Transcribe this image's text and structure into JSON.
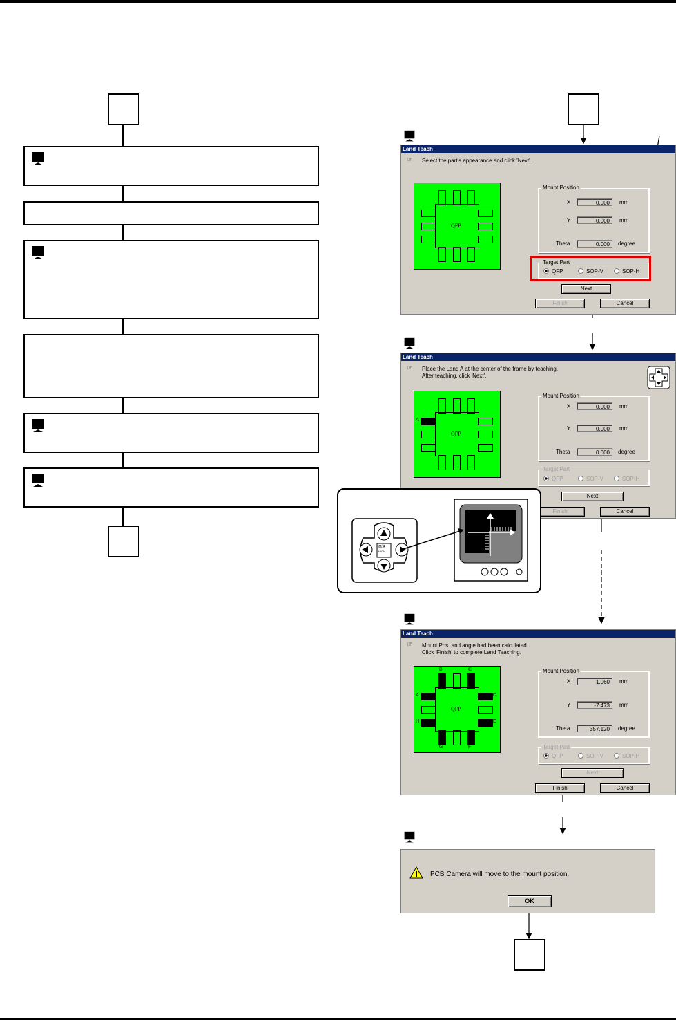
{
  "dialog_title": "Land Teach",
  "panel1": {
    "message": "Select the part's appearance and click 'Next'.",
    "mount_position_label": "Mount Position",
    "x_label": "X",
    "x_value": "0.000",
    "y_label": "Y",
    "y_value": "0.000",
    "theta_label": "Theta",
    "theta_value": "0.000",
    "unit_mm": "mm",
    "unit_degree": "degree",
    "target_part_label": "Target Part",
    "radio_qfp": "QFP",
    "radio_sopv": "SOP-V",
    "radio_soph": "SOP-H",
    "next": "Next",
    "finish": "Finish",
    "cancel": "Cancel",
    "package_label": "QFP"
  },
  "panel2": {
    "message": "Place the Land A at the center of the frame by teaching.\nAfter teaching, click 'Next'.",
    "mount_position_label": "Mount Position",
    "x_label": "X",
    "x_value": "0.000",
    "y_label": "Y",
    "y_value": "0.000",
    "theta_label": "Theta",
    "theta_value": "0.000",
    "unit_mm": "mm",
    "unit_degree": "degree",
    "target_part_label": "Target Part",
    "radio_qfp": "QFP",
    "radio_sopv": "SOP-V",
    "radio_soph": "SOP-H",
    "next": "Next",
    "finish": "Finish",
    "cancel": "Cancel",
    "package_label": "QFP",
    "land_a": "A"
  },
  "panel3": {
    "message": "Mount Pos. and angle had been calculated.\nClick 'Finish' to complete Land Teaching.",
    "mount_position_label": "Mount Position",
    "x_label": "X",
    "x_value": "1.060",
    "y_label": "Y",
    "y_value": "-7.473",
    "theta_label": "Theta",
    "theta_value": "357.120",
    "unit_mm": "mm",
    "unit_degree": "degree",
    "target_part_label": "Target Part",
    "radio_qfp": "QFP",
    "radio_sopv": "SOP-V",
    "radio_soph": "SOP-H",
    "next": "Next",
    "finish": "Finish",
    "cancel": "Cancel",
    "package_label": "QFP",
    "lands": {
      "a": "A",
      "b": "B",
      "c": "C",
      "d": "D",
      "e": "E",
      "f": "F",
      "g": "G",
      "h": "H"
    }
  },
  "alert": {
    "message": "PCB Camera will move to the mount position.",
    "ok": "OK"
  },
  "keypad": {
    "center_top": "高速",
    "center_bottom": "HIGH"
  }
}
